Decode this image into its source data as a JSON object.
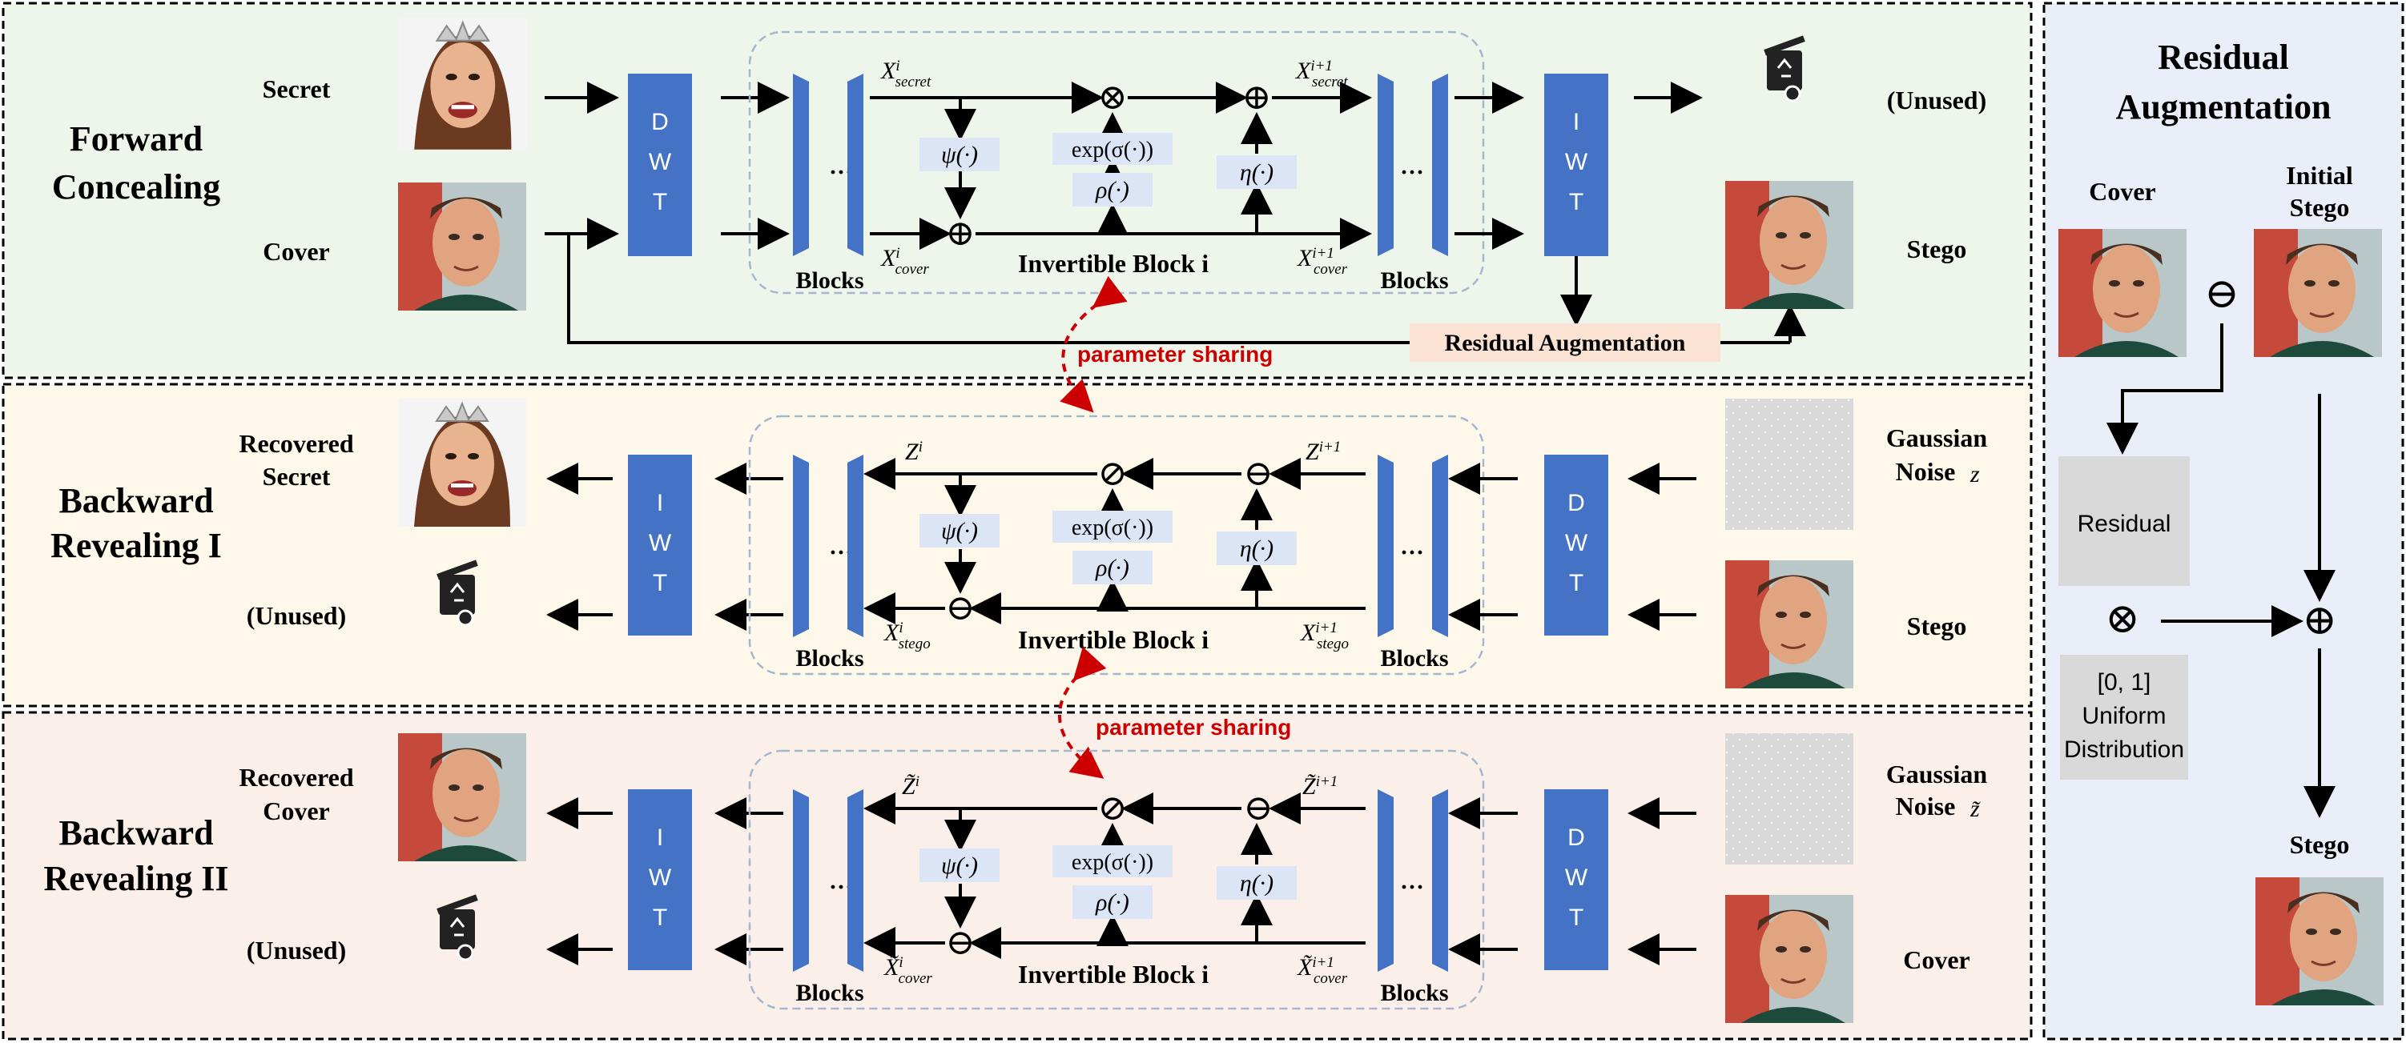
{
  "sections": {
    "forward": {
      "title_line1": "Forward",
      "title_line2": "Concealing"
    },
    "backward1": {
      "title_line1": "Backward",
      "title_line2": "Revealing I"
    },
    "backward2": {
      "title_line1": "Backward",
      "title_line2": "Revealing II"
    },
    "residual_panel": {
      "title_line1": "Residual",
      "title_line2": "Augmentation"
    }
  },
  "labels": {
    "secret": "Secret",
    "cover": "Cover",
    "unused": "(Unused)",
    "stego": "Stego",
    "recovered_secret_1": "Recovered",
    "recovered_secret_2": "Secret",
    "recovered_cover_1": "Recovered",
    "recovered_cover_2": "Cover",
    "gaussian_1": "Gaussian",
    "noise_z": "Noise",
    "z": "z",
    "z_tilde": "z̃",
    "blocks": "Blocks",
    "dots": "···",
    "invertible_block": "Invertible Block i",
    "residual_augmentation": "Residual Augmentation",
    "parameter_sharing": "parameter sharing",
    "dwt": [
      "D",
      "W",
      "T"
    ],
    "iwt": [
      "I",
      "W",
      "T"
    ]
  },
  "functions": {
    "psi": "ψ(·)",
    "rho": "ρ(·)",
    "eta": "η(·)",
    "exp": "exp(σ(·))"
  },
  "ops": {
    "mul": "⊗",
    "add": "⊕",
    "div": "⊘",
    "sub": "⊖"
  },
  "vars": {
    "fwd": {
      "tl": "X",
      "tl_sup": "i",
      "tl_sub": "secret",
      "tr": "X",
      "tr_sup": "i+1",
      "tr_sub": "secret",
      "bl": "X",
      "bl_sup": "i",
      "bl_sub": "cover",
      "br": "X",
      "br_sup": "i+1",
      "br_sub": "cover"
    },
    "b1": {
      "tl": "Z",
      "tl_sup": "i",
      "tr": "Z",
      "tr_sup": "i+1",
      "bl": "X",
      "bl_sup": "i",
      "bl_sub": "stego",
      "br": "X",
      "br_sup": "i+1",
      "br_sub": "stego"
    },
    "b2": {
      "tl": "Z̃",
      "tl_sup": "i",
      "tr": "Z̃",
      "tr_sup": "i+1",
      "bl": "X̃",
      "bl_sup": "i",
      "bl_sub": "cover",
      "br": "X̃",
      "br_sup": "i+1",
      "br_sub": "cover"
    }
  },
  "residual_panel": {
    "cover": "Cover",
    "initial_stego_1": "Initial",
    "initial_stego_2": "Stego",
    "residual": "Residual",
    "uniform_1": "[0, 1]",
    "uniform_2": "Uniform",
    "uniform_3": "Distribution",
    "stego": "Stego"
  },
  "colors": {
    "forward_bg": "#eef5ea",
    "backward1_bg": "#fdf8ea",
    "backward2_bg": "#fbefea",
    "residual_bg": "#e9eef8",
    "block_blue": "#4472C4",
    "fn_box": "#dbe5f5",
    "residual_aug_box": "#fbe3d3",
    "share_red": "#cc0000"
  }
}
